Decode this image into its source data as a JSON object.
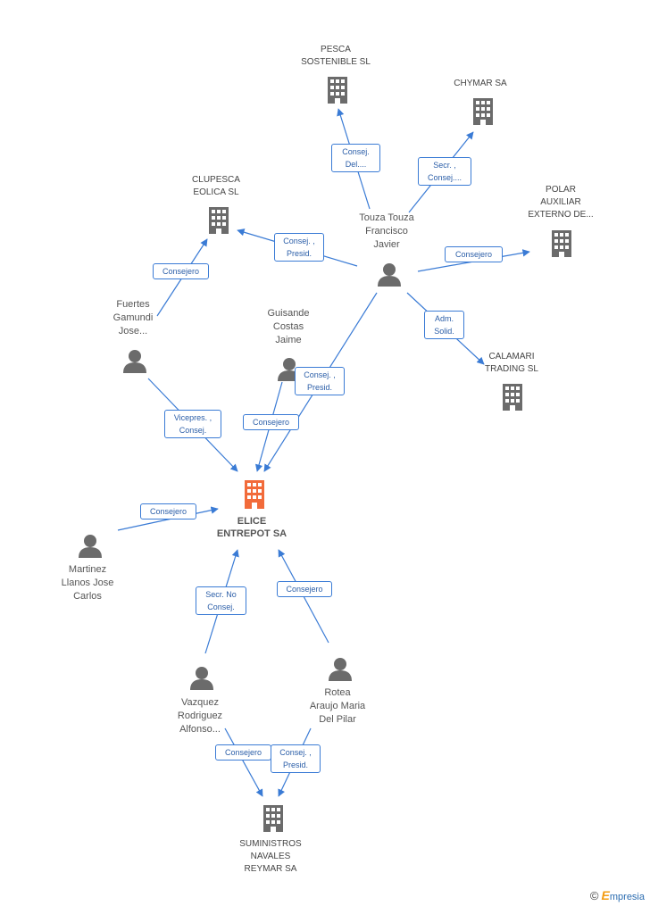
{
  "nodes": {
    "pesca": {
      "line1": "PESCA",
      "line2": "SOSTENIBLE  SL",
      "type": "company"
    },
    "chymar": {
      "line1": "CHYMAR SA",
      "type": "company"
    },
    "clupesca": {
      "line1": "CLUPESCA",
      "line2": "EOLICA SL",
      "type": "company"
    },
    "polar": {
      "line1": "POLAR",
      "line2": "AUXILIAR",
      "line3": "EXTERNO DE...",
      "type": "company"
    },
    "touza": {
      "line1": "Touza Touza",
      "line2": "Francisco",
      "line3": "Javier",
      "type": "person"
    },
    "fuertes": {
      "line1": "Fuertes",
      "line2": "Gamundi",
      "line3": "Jose...",
      "type": "person"
    },
    "guisande": {
      "line1": "Guisande",
      "line2": "Costas",
      "line3": "Jaime",
      "type": "person"
    },
    "calamari": {
      "line1": "CALAMARI",
      "line2": "TRADING  SL",
      "type": "company"
    },
    "elice": {
      "line1": "ELICE",
      "line2": "ENTREPOT SA",
      "type": "main"
    },
    "martinez": {
      "line1": "Martinez",
      "line2": "Llanos Jose",
      "line3": "Carlos",
      "type": "person"
    },
    "vazquez": {
      "line1": "Vazquez",
      "line2": "Rodriguez",
      "line3": "Alfonso...",
      "type": "person"
    },
    "rotea": {
      "line1": "Rotea",
      "line2": "Araujo Maria",
      "line3": "Del Pilar",
      "type": "person"
    },
    "suministros": {
      "line1": "SUMINISTROS",
      "line2": "NAVALES",
      "line3": "REYMAR SA",
      "type": "company"
    }
  },
  "edges": {
    "touza_pesca": {
      "line1": "Consej.",
      "line2": "Del...."
    },
    "touza_chymar": {
      "line1": "Secr. ,",
      "line2": "Consej...."
    },
    "touza_clupesca": {
      "line1": "Consej. ,",
      "line2": "Presid."
    },
    "touza_polar": {
      "line1": "Consejero"
    },
    "touza_calamari": {
      "line1": "Adm.",
      "line2": "Solid."
    },
    "touza_elice": {
      "line1": "Consej. ,",
      "line2": "Presid."
    },
    "fuertes_clupesca": {
      "line1": "Consejero"
    },
    "fuertes_elice": {
      "line1": "Vicepres. ,",
      "line2": "Consej."
    },
    "guisande_elice": {
      "line1": "Consejero"
    },
    "martinez_elice": {
      "line1": "Consejero"
    },
    "vazquez_elice": {
      "line1": "Secr.  No",
      "line2": "Consej."
    },
    "rotea_elice": {
      "line1": "Consejero"
    },
    "vazquez_suministros": {
      "line1": "Consejero"
    },
    "rotea_suministros": {
      "line1": "Consej. ,",
      "line2": "Presid."
    }
  },
  "colors": {
    "edge": "#3a7bd5",
    "icon": "#6b6b6b",
    "main": "#f26b3a"
  },
  "footer": {
    "copyright": "©",
    "brand_first": "E",
    "brand_rest": "mpresia"
  }
}
